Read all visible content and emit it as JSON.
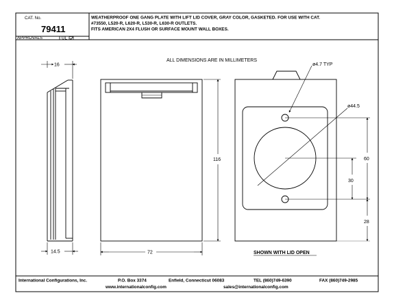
{
  "title_block": {
    "cat_no_label": "CAT. No.",
    "cat_no": "79411",
    "approvals_label": "APPROVALS",
    "ul_label": "UL",
    "description_lines": [
      "WEATHERPROOF ONE GANG PLATE WITH LIFT LID COVER, GRAY COLOR, GASKETED. FOR USE WITH CAT.",
      "#73550, L520-R, L620-R, L530-R, L630-R OUTLETS.",
      "FITS AMERICAN 2X4 FLUSH OR SURFACE MOUNT WALL BOXES."
    ]
  },
  "notes": {
    "units_note": "ALL DIMENSIONS ARE IN MILLIMETERS",
    "lid_open_note": "SHOWN WITH LID OPEN"
  },
  "dimensions": {
    "top_depth": "16",
    "bottom_depth": "14.5",
    "width": "72",
    "height": "116",
    "hole_dia": "ø4.7 TYP",
    "opening_dia": "ø44.5",
    "hole_span": "60",
    "center_to_hole": "30",
    "hole_to_bottom": "28"
  },
  "footer": {
    "company": "International Configurations, Inc.",
    "po_box": "P.O. Box 3374",
    "address": "Enfield, Connecticut 06083",
    "tel": "TEL (860)749-6390",
    "fax": "FAX (860)749-2985",
    "website": "www.internationalconfig.com",
    "email": "sales@internationalconfig.com"
  },
  "colors": {
    "line": "#000000",
    "background": "#ffffff"
  }
}
